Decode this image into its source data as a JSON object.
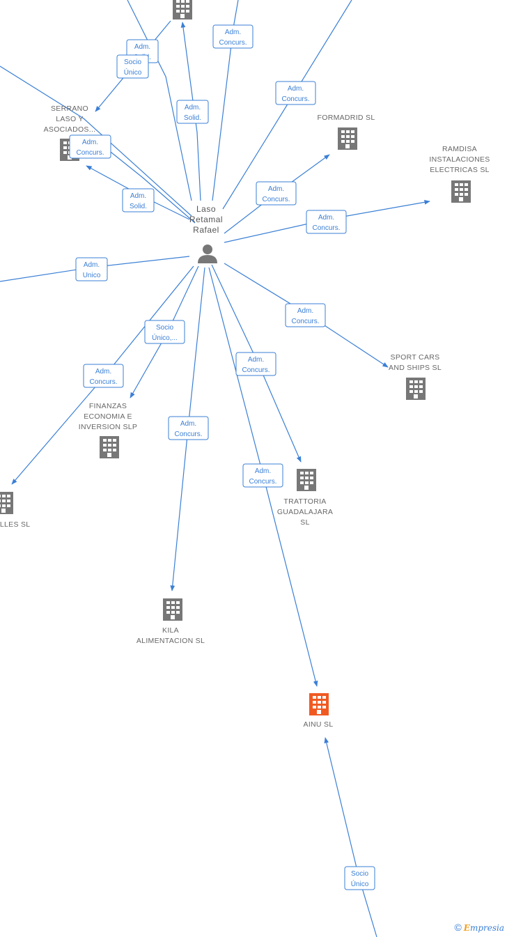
{
  "person": {
    "name_lines": [
      "Laso",
      "Retamal",
      "Rafael"
    ]
  },
  "companies": [
    {
      "id": "top",
      "lines": [],
      "highlight": false
    },
    {
      "id": "serrano",
      "lines": [
        "SERRANO",
        "LASO Y",
        "ASOCIADOS..."
      ],
      "highlight": false
    },
    {
      "id": "formadrid",
      "lines": [
        "FORMADRID SL"
      ],
      "highlight": false
    },
    {
      "id": "ramdisa",
      "lines": [
        "RAMDISA",
        "INSTALACIONES",
        "ELECTRICAS SL"
      ],
      "highlight": false
    },
    {
      "id": "sportcars",
      "lines": [
        "SPORT CARS",
        "AND SHIPS  SL"
      ],
      "highlight": false
    },
    {
      "id": "finanzas",
      "lines": [
        "FINANZAS",
        "ECONOMIA E",
        "INVERSION  SLP"
      ],
      "highlight": false
    },
    {
      "id": "trattoria",
      "lines": [
        "TRATTORIA",
        "GUADALAJARA",
        "SL"
      ],
      "highlight": false
    },
    {
      "id": "kila",
      "lines": [
        "KILA",
        "ALIMENTACION SL"
      ],
      "highlight": false
    },
    {
      "id": "ainu",
      "lines": [
        "AINU SL"
      ],
      "highlight": true
    },
    {
      "id": "valles",
      "lines": [
        "ALLES SL"
      ],
      "highlight": false
    }
  ],
  "relations": [
    {
      "id": "r1",
      "lines": [
        "Adm.",
        "Solid."
      ]
    },
    {
      "id": "r2",
      "lines": [
        "Socio",
        "Único"
      ]
    },
    {
      "id": "r3",
      "lines": [
        "Adm.",
        "Concurs."
      ]
    },
    {
      "id": "r4",
      "lines": [
        "Adm.",
        "Solid."
      ]
    },
    {
      "id": "r5",
      "lines": [
        "Adm.",
        "Concurs."
      ]
    },
    {
      "id": "r6",
      "lines": [
        "Adm.",
        "Concurs."
      ]
    },
    {
      "id": "r7",
      "lines": [
        "Adm.",
        "Solid."
      ]
    },
    {
      "id": "r8",
      "lines": [
        "Adm.",
        "Concurs."
      ]
    },
    {
      "id": "r9",
      "lines": [
        "Adm.",
        "Concurs."
      ]
    },
    {
      "id": "r10",
      "lines": [
        "Adm.",
        "Unico"
      ]
    },
    {
      "id": "r11",
      "lines": [
        "Socio",
        "Único,..."
      ]
    },
    {
      "id": "r12",
      "lines": [
        "Adm.",
        "Concurs."
      ]
    },
    {
      "id": "r13",
      "lines": [
        "Adm.",
        "Concurs."
      ]
    },
    {
      "id": "r14",
      "lines": [
        "Adm.",
        "Concurs."
      ]
    },
    {
      "id": "r15",
      "lines": [
        "Adm.",
        "Concurs."
      ]
    },
    {
      "id": "r16",
      "lines": [
        "Adm.",
        "Concurs."
      ]
    },
    {
      "id": "r17",
      "lines": [
        "Socio",
        "Único"
      ]
    }
  ],
  "footer": {
    "copyright": "©",
    "brand_initial": "E",
    "brand_rest": "mpresia"
  },
  "colors": {
    "edge": "#3a7fd5",
    "building": "#777777",
    "highlight": "#f05a22"
  }
}
